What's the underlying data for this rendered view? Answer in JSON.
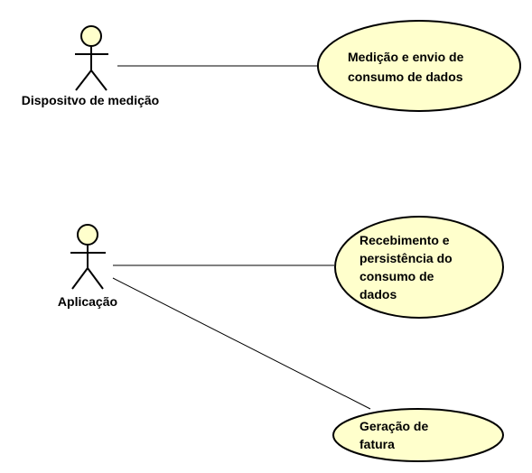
{
  "diagram": {
    "type": "uml-use-case",
    "colors": {
      "fill": "#ffffcc",
      "stroke": "#000000"
    },
    "actors": [
      {
        "label": "Dispositvo de medição"
      },
      {
        "label": "Aplicação"
      }
    ],
    "use_cases": [
      {
        "lines": [
          "Medição e envio de",
          "consumo de dados"
        ]
      },
      {
        "lines": [
          "Recebimento e",
          "persistência do",
          "consumo de",
          "dados"
        ]
      },
      {
        "lines": [
          "Geração de",
          "fatura"
        ]
      }
    ],
    "associations": [
      {
        "from": "Dispositvo de medição",
        "to": "Medição e envio de consumo de dados"
      },
      {
        "from": "Aplicação",
        "to": "Recebimento e persistência do consumo de dados"
      },
      {
        "from": "Aplicação",
        "to": "Geração de fatura"
      }
    ]
  }
}
